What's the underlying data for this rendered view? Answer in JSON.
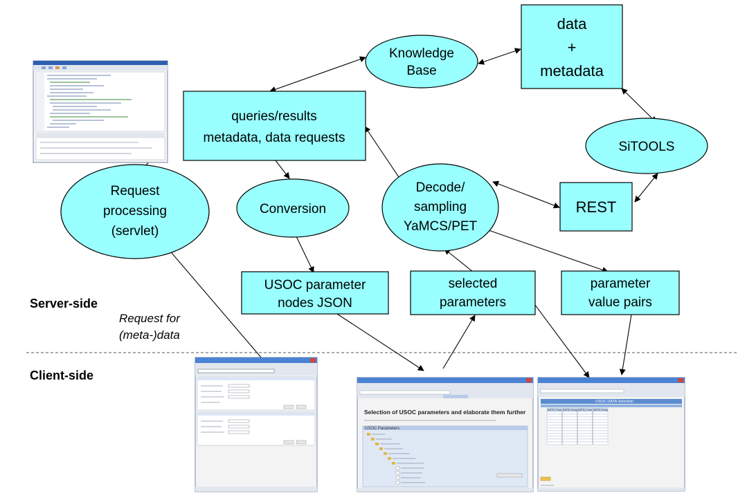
{
  "nodes": {
    "knowledge_base": [
      "Knowledge",
      "Base"
    ],
    "data_metadata": [
      "data",
      "+",
      "metadata"
    ],
    "sitools": [
      "SiTOOLS"
    ],
    "queries_results": [
      "queries/results",
      "metadata, data requests"
    ],
    "request_processing": [
      "Request",
      "processing",
      "(servlet)"
    ],
    "conversion": [
      "Conversion"
    ],
    "decode_sampling": [
      "Decode/",
      "sampling",
      "YaMCS/PET"
    ],
    "rest": [
      "REST"
    ],
    "usoc_nodes": [
      "USOC parameter",
      "nodes JSON"
    ],
    "selected_parameters": [
      "selected",
      "parameters"
    ],
    "parameter_value_pairs": [
      "parameter",
      "value pairs"
    ]
  },
  "labels": {
    "server_side": "Server-side",
    "client_side": "Client-side",
    "request_for": [
      "Request for",
      "(meta-)data"
    ]
  },
  "screens": {
    "usoc_window_heading": "Selection of USOC parameters and elaborate them further",
    "usoc_panel_label": "USOC Parameters",
    "table_window_heading": "USOC DATA Selection",
    "table_columns": [
      "[NPS] Time",
      "[NPS] Temp",
      "[NPS] Time",
      "[NPS] Temp"
    ]
  },
  "colors": {
    "node_fill": "#99ffff",
    "stroke": "#000000"
  }
}
